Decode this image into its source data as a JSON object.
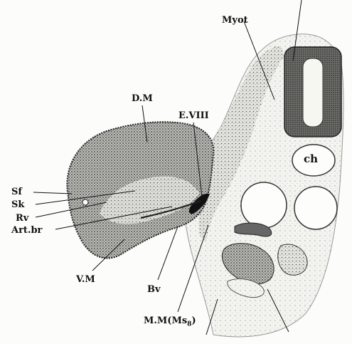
{
  "figure": {
    "labels": {
      "myot": "Myot",
      "dm": "D.M",
      "eviii": "E.VIII",
      "sf": "Sf",
      "sk": "Sk",
      "rv": "Rv",
      "artbr": "Art.br",
      "vm": "V.M",
      "bv": "Bv",
      "mm": "M.M(Ms",
      "mm_sub": "8",
      "mm_close": ")",
      "ch": "ch"
    }
  }
}
